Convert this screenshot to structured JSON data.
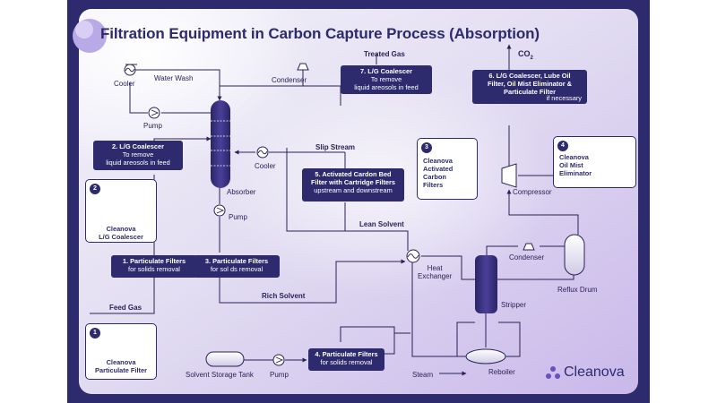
{
  "title": "Filtration Equipment in Carbon Capture Process (Absorption)",
  "brand": {
    "name": "Cleanova"
  },
  "labels": {
    "cooler_top": "Cooler",
    "water_wash": "Water Wash",
    "condenser_top": "Condenser",
    "treated_gas": "Treated Gas",
    "pump_top": "Pump",
    "slip_stream": "Slip Stream",
    "cooler_mid": "Cooler",
    "absorber": "Absorber",
    "pump_mid": "Pump",
    "lean_solvent": "Lean Solvent",
    "co2": "CO",
    "co2_sub": "2",
    "compressor": "Compressor",
    "condenser_right": "Condenser",
    "reflux_drum": "Reflux Drum",
    "heat_exchanger": "Heat\nExchanger",
    "stripper": "Stripper",
    "rich_solvent": "Rich Solvent",
    "feed_gas": "Feed Gas",
    "solvent_storage": "Solvent Storage Tank",
    "pump_bottom": "Pump",
    "steam": "Steam",
    "reboiler": "Reboiler"
  },
  "boxes": {
    "b1": {
      "title": "1. Particulate Filters",
      "sub": "for solids removal"
    },
    "b2": {
      "title": "2. L/G Coalescer",
      "sub": "To remove\nliquid areosols in feed"
    },
    "b3": {
      "title": "3. Particulate Filters",
      "sub": "for sol ds removal"
    },
    "b4": {
      "title": "4. Particulate Filters",
      "sub": "for solids removal"
    },
    "b5": {
      "title": "5. Activated Cardon Bed\nFilter with Cartridge Filters",
      "sub": "upstream and downstream"
    },
    "b6": {
      "title": "6. L/G Coalescer, Lube Oil\nFilter, Oil Mist Eliminator &\nParticulate Filter",
      "sub": "if necessary"
    },
    "b7": {
      "title": "7. L/G Coalescer",
      "sub": "To remove\nliquid areosols in feed"
    }
  },
  "cards": {
    "c1": {
      "num": "1",
      "caption": "Cleanova\nParticulate Filter"
    },
    "c2": {
      "num": "2",
      "caption": "Cleanova\nL/G Coalescer"
    },
    "c3": {
      "num": "3",
      "caption": "Cleanova\nActivated\nCarbon\nFilters"
    },
    "c4": {
      "num": "4",
      "caption": "Cleanova\nOil Mist\nEliminator"
    }
  },
  "colors": {
    "navy": "#2d2a6e",
    "panel": "#e9e6f4",
    "accent": "#7b5fc7"
  }
}
